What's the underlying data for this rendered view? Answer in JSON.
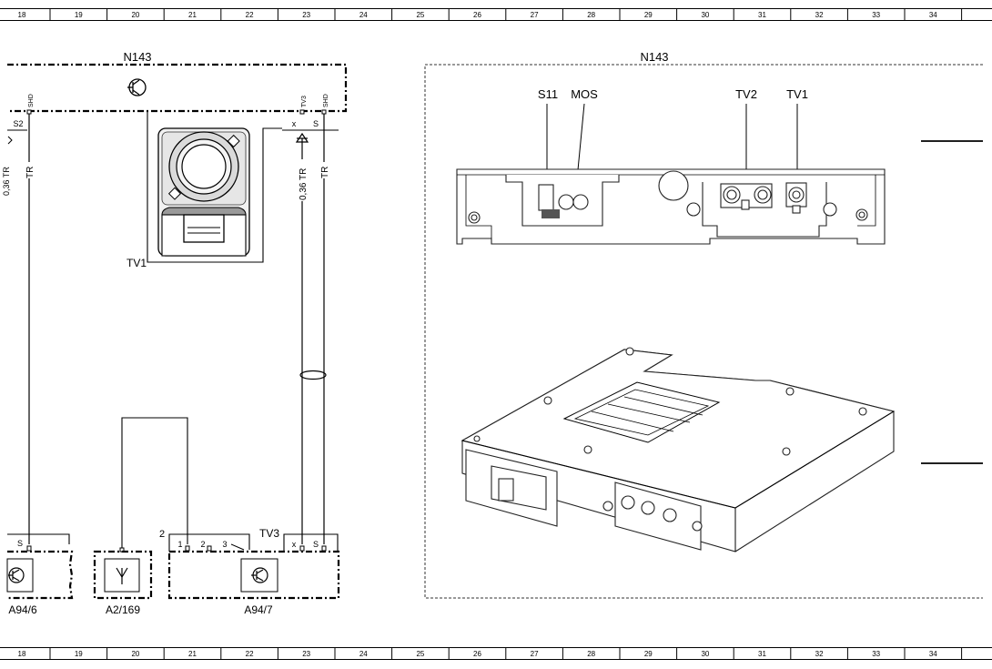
{
  "ruler": {
    "numbers": [
      "18",
      "19",
      "20",
      "21",
      "22",
      "23",
      "24",
      "25",
      "26",
      "27",
      "28",
      "29",
      "30",
      "31",
      "32",
      "33",
      "34"
    ]
  },
  "left": {
    "n143_label": "N143",
    "tv1_label": "TV1",
    "pins_top": {
      "s2": "S2",
      "shd1": "SHD",
      "tv3": "TV3",
      "shd2": "SHD",
      "x": "x",
      "s": "S"
    },
    "wire_tr_left": "TR",
    "wire_036_tr": "0,36 TR",
    "wire_tr_right": "TR",
    "left_edge_fragment": "0,36 TR",
    "bottom": {
      "s_left": "S",
      "two": "2",
      "pin1": "1",
      "pin2": "2",
      "pin3": "3",
      "tv3": "TV3",
      "x": "x",
      "s": "S",
      "a94_6": "A94/6",
      "a2_169": "A2/169",
      "a94_7": "A94/7"
    }
  },
  "right": {
    "n143_label": "N143",
    "s11": "S11",
    "mos": "MOS",
    "tv2": "TV2",
    "tv1": "TV1"
  }
}
